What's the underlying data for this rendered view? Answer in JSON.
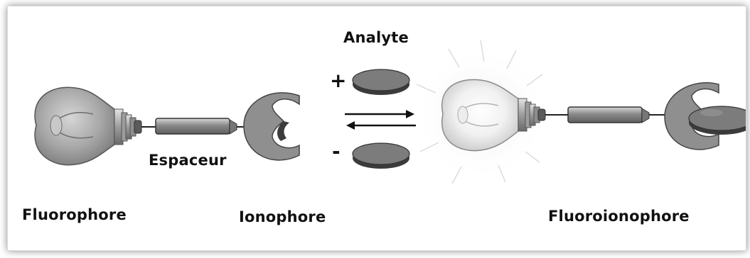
{
  "labels": {
    "analyte": "Analyte",
    "spacer": "Espaceur",
    "fluorophore": "Fluorophore",
    "ionophore": "Ionophore",
    "fluoroionophore": "Fluoroionophore"
  },
  "signs": {
    "plus": "+",
    "minus": "-"
  },
  "colors": {
    "bulb_gray": "#9a9a9a",
    "disc_gray": "#7a7a7a",
    "ionophore_gray": "#8f8f8f",
    "glow": "#ffffff"
  }
}
